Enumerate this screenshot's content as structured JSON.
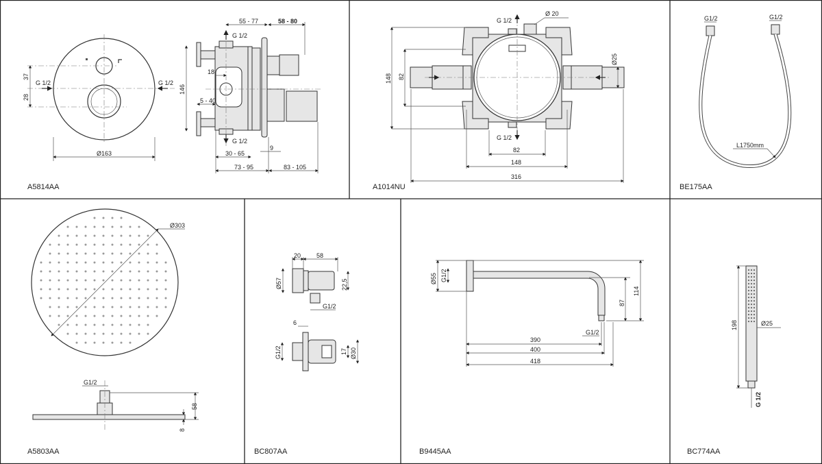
{
  "panels": [
    {
      "code": "A5814AA",
      "labels": {
        "d37": "37",
        "d28": "28",
        "g_left": "G 1/2",
        "g_right": "G 1/2",
        "dia": "Ø163",
        "d55_77": "55 - 77",
        "d58_80": "58 - 80",
        "g_top": "G 1/2",
        "d146": "146",
        "d18": "18",
        "d5_40": "5 - 40",
        "g_bottom": "G 1/2",
        "d9": "9",
        "d30_65": "30 - 65",
        "d73_95": "73 - 95",
        "d83_105": "83 - 105"
      }
    },
    {
      "code": "A1014NU",
      "labels": {
        "g_top": "G 1/2",
        "dia20": "Ø 20",
        "d148v": "148",
        "d82v": "82",
        "dia25": "Ø25",
        "g_bottom": "G 1/2",
        "d82h": "82",
        "d148h": "148",
        "d316": "316"
      }
    },
    {
      "code": "BE175AA",
      "labels": {
        "g_left": "G1/2",
        "g_right": "G1/2",
        "length": "L1750mm"
      }
    },
    {
      "code": "A5803AA",
      "labels": {
        "dia": "Ø303",
        "g": "G1/2",
        "d58": "58",
        "d8": "8"
      }
    },
    {
      "code": "BC807AA",
      "labels": {
        "d20": "20",
        "d58": "58",
        "dia57": "Ø57",
        "d22_5": "22,5",
        "g1": "G1/2",
        "d6": "6",
        "g2": "G1/2",
        "d17": "17",
        "dia30": "Ø30"
      }
    },
    {
      "code": "B9445AA",
      "labels": {
        "dia55": "Ø55",
        "g_wall": "G1/2",
        "d87": "87",
        "d114": "114",
        "g_out": "G1/2",
        "d390": "390",
        "d400": "400",
        "d418": "418"
      }
    },
    {
      "code": "BC774AA",
      "labels": {
        "d198": "198",
        "dia25": "Ø25",
        "g": "G 1/2"
      }
    }
  ]
}
